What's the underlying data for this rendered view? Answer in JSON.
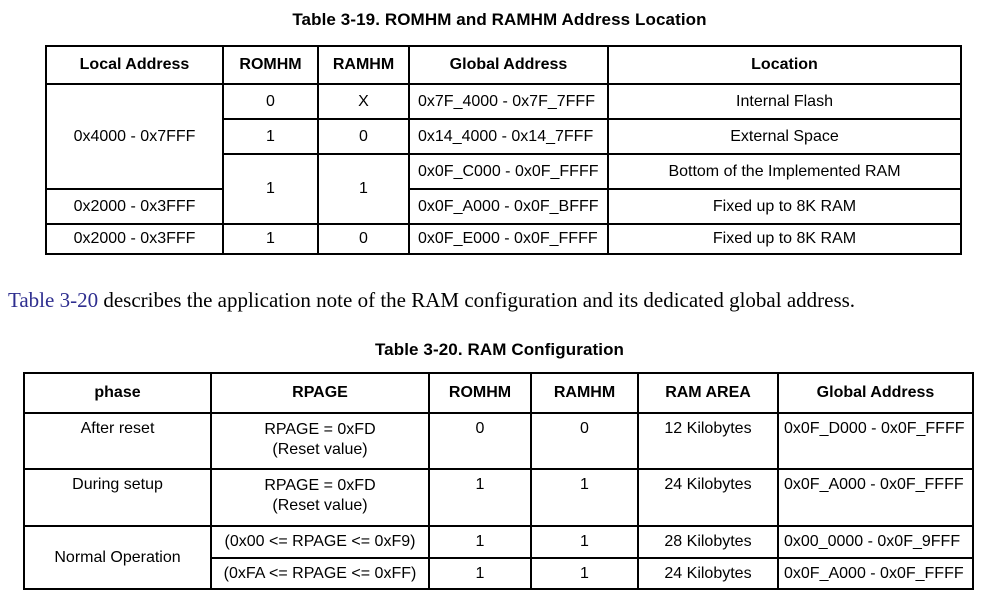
{
  "colors": {
    "xref_link": "#2e2e8f",
    "text": "#000000",
    "background": "#ffffff",
    "table_border": "#000000"
  },
  "table_3_19": {
    "title": "Table 3-19. ROMHM and RAMHM Address Location",
    "headers": [
      "Local Address",
      "ROMHM",
      "RAMHM",
      "Global Address",
      "Location"
    ],
    "rows": [
      {
        "local_address": "0x4000 - 0x7FFF",
        "romhm": "0",
        "ramhm": "X",
        "global_address": "0x7F_4000 - 0x7F_7FFF",
        "location": "Internal Flash"
      },
      {
        "romhm": "1",
        "ramhm": "0",
        "global_address": "0x14_4000 - 0x14_7FFF",
        "location": "External Space"
      },
      {
        "romhm": "1",
        "ramhm": "1",
        "global_address": "0x0F_C000 - 0x0F_FFFF",
        "location": "Bottom of the Implemented RAM"
      },
      {
        "local_address": "0x2000 - 0x3FFF",
        "global_address": "0x0F_A000 - 0x0F_BFFF",
        "location": "Fixed up to 8K RAM"
      },
      {
        "local_address": "0x2000 - 0x3FFF",
        "romhm": "1",
        "ramhm": "0",
        "global_address": "0x0F_E000 - 0x0F_FFFF",
        "location": "Fixed up to 8K RAM"
      }
    ]
  },
  "paragraph": {
    "link_text": "Table 3-20",
    "text_after_link": " describes the application note of the RAM configuration and its dedicated global address."
  },
  "table_3_20": {
    "title": "Table 3-20. RAM Configuration",
    "headers": [
      "phase",
      "RPAGE",
      "ROMHM",
      "RAMHM",
      "RAM AREA",
      "Global Address"
    ],
    "rows": [
      {
        "phase": "After reset",
        "rpage_line1": "RPAGE = 0xFD",
        "rpage_line2": "(Reset value)",
        "romhm": "0",
        "ramhm": "0",
        "ram_area": "12 Kilobytes",
        "global_address": "0x0F_D000 - 0x0F_FFFF"
      },
      {
        "phase": "During setup",
        "rpage_line1": "RPAGE = 0xFD",
        "rpage_line2": "(Reset value)",
        "romhm": "1",
        "ramhm": "1",
        "ram_area": "24 Kilobytes",
        "global_address": "0x0F_A000 - 0x0F_FFFF"
      },
      {
        "phase": "Normal Operation",
        "rpage": "(0x00 <= RPAGE <= 0xF9)",
        "romhm": "1",
        "ramhm": "1",
        "ram_area": "28 Kilobytes",
        "global_address": "0x00_0000 - 0x0F_9FFF"
      },
      {
        "rpage": "(0xFA <= RPAGE <= 0xFF)",
        "romhm": "1",
        "ramhm": "1",
        "ram_area": "24 Kilobytes",
        "global_address": "0x0F_A000 - 0x0F_FFFF"
      }
    ]
  }
}
